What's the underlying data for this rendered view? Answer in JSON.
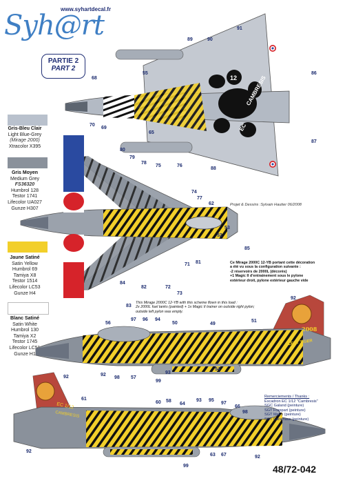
{
  "header": {
    "url": "www.syhartdecal.fr",
    "logo_text": "Syh@rt",
    "part_fr": "PARTIE 2",
    "part_en": "PART 2"
  },
  "colors": {
    "brand_navy": "#1f2d74",
    "brand_blue": "#3f7fc4",
    "light_blue_grey": "#b9c1cd",
    "medium_grey": "#8a919b",
    "satin_yellow": "#f2cf2a",
    "satin_white": "#ffffff",
    "roundel_red": "#d6232a",
    "roundel_blue": "#2a4aa0"
  },
  "legend": [
    {
      "title": "Gris-Bleu Clair",
      "lines": [
        "Light Blue-Grey",
        "(Mirage 2000)",
        "Xtracolor X395"
      ]
    },
    {
      "title": "Gris Moyen",
      "lines": [
        "Medium Grey",
        "FS36320",
        "Humbrol 128",
        "Testor 1741",
        "Lifecolor UA027",
        "Gunze H307"
      ]
    },
    {
      "title": "Jaune Satiné",
      "lines": [
        "Satin Yellow",
        "Humbrol 69",
        "Tamiya X8",
        "Testor 1514",
        "Lifecolor LC53",
        "Gunze H4"
      ]
    },
    {
      "title": "Blanc Satiné",
      "lines": [
        "Satin White",
        "Humbrol 130",
        "Tamiya X2",
        "Testor 1745",
        "Lifecolor LC51",
        "Gunze H1"
      ]
    }
  ],
  "credits_text": "Projet & Dessins :Sylvain Hautier 06/2008",
  "note_fr": [
    "Ce Mirage 2000C 12-YB portant cette décoration",
    "a été vu sous la configuration suivante :",
    "-2 réservoirs de 2000L (décorés)",
    "+1 Magic II d'entrainement sous le pylone",
    "extérieur droit, pylone extérieur gauche vide"
  ],
  "note_en": [
    "This Mirage 2000C 12-YB with this scheme flown in this load :",
    "2x 2000L fuel tanks (painted) + 1x Magic II trainer on outside right pylon;",
    "outside left pylon was empty."
  ],
  "tail_texts": {
    "code": "2008",
    "tiger": "ALERT TIGER",
    "squadron": "EC 1/12",
    "city": "CAMBRESIS"
  },
  "underside_texts": {
    "number": "12",
    "cambresis": "CAMBRESIS",
    "ec": "EC"
  },
  "thanks": [
    "Remerciements / Thanks :",
    "Escadron EC 1/12 \"Cambresis\"",
    "SGC Galand (peinture)",
    "SGT Frappart (peinture)",
    "SGT Metro (peinture)",
    "SGT Caramaux (peinture)"
  ],
  "catalog_number": "48/72-042",
  "callouts": {
    "n91": "91",
    "n89": "89",
    "n90": "90",
    "n86": "86",
    "n55": "55",
    "n68": "68",
    "n70": "70",
    "n69": "69",
    "n65": "65",
    "n87": "87",
    "n88": "88",
    "n80": "80",
    "n79": "79",
    "n78": "78",
    "n75": "75",
    "n76": "76",
    "n74": "74",
    "n77": "77",
    "n62": "62",
    "n53": "53",
    "n52": "52",
    "n85": "85",
    "n71": "71",
    "n81": "81",
    "n84": "84",
    "n82": "82",
    "n72": "72",
    "n73": "73",
    "n83": "83",
    "n92a": "92",
    "n56": "56",
    "n97a": "97",
    "n96": "96",
    "n94": "94",
    "n50": "50",
    "n49": "49",
    "n51": "51",
    "n92b": "92",
    "n98a": "98",
    "n57": "57",
    "n99a": "99",
    "n93a": "93",
    "n54": "54",
    "n92c": "92",
    "n61": "61",
    "n60": "60",
    "n58": "58",
    "n64": "64",
    "n93b": "93",
    "n95": "95",
    "n97b": "97",
    "n66": "66",
    "n98b": "98",
    "n92d": "92",
    "n99b": "99",
    "n63": "63",
    "n67": "67",
    "n92e": "92"
  }
}
